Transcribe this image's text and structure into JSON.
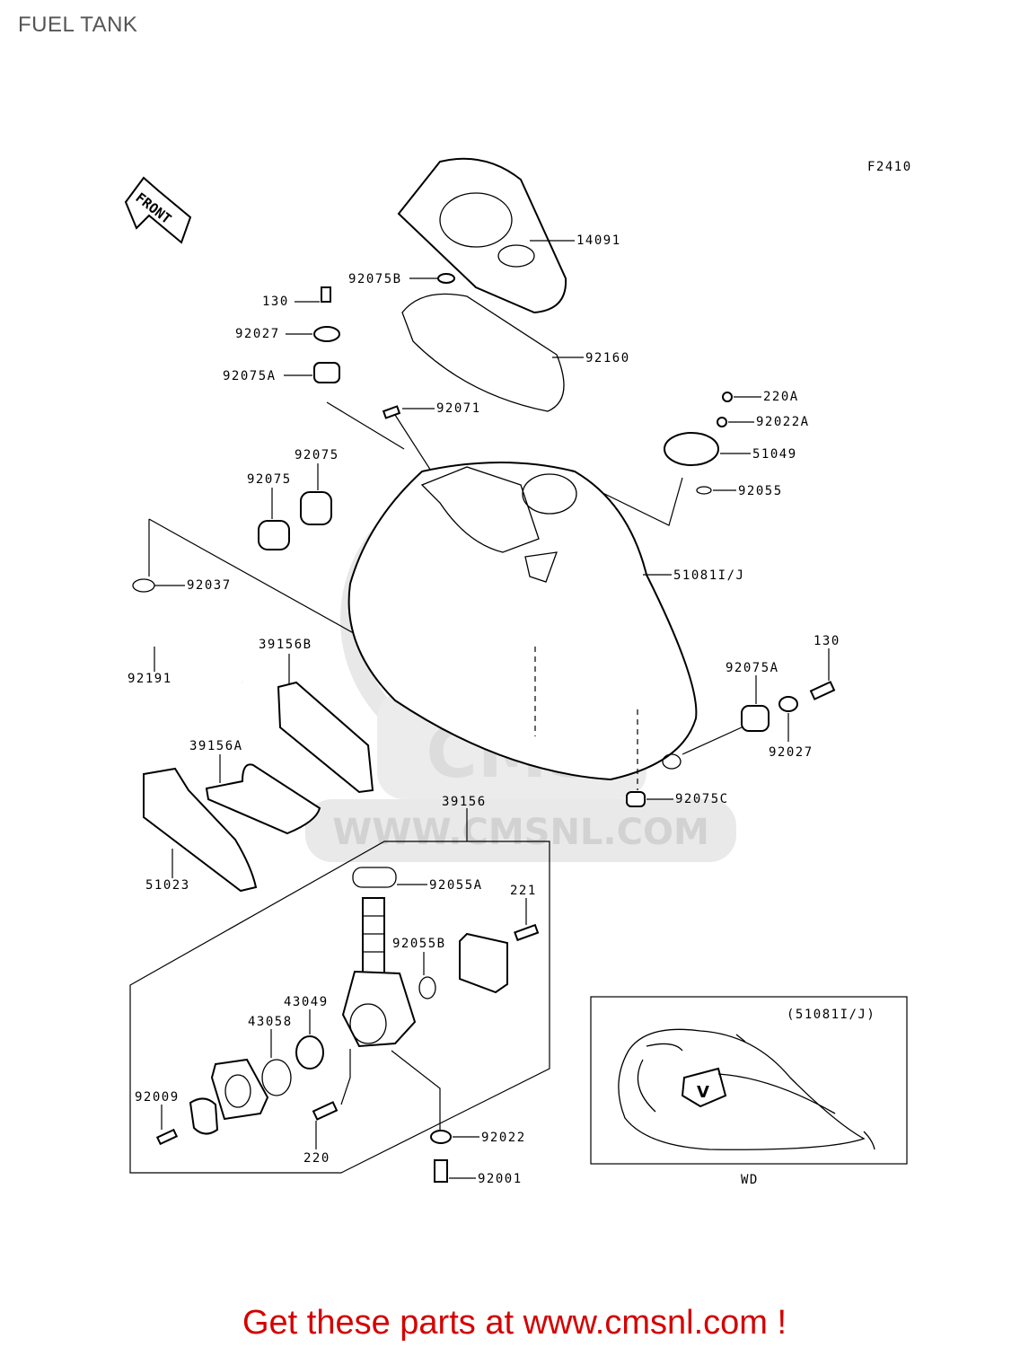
{
  "page": {
    "title": "FUEL TANK"
  },
  "figure_code": "F2410",
  "front_arrow_label": "FRONT",
  "variant_box": {
    "label": "(51081I/J)",
    "caption": "WD"
  },
  "parts": [
    "14091",
    "92075B",
    "130",
    "92027",
    "92075A",
    "92160",
    "92071",
    "220A",
    "92022A",
    "51049",
    "92055",
    "92075",
    "92075",
    "92037",
    "51081I/J",
    "92191",
    "39156B",
    "92075A",
    "130",
    "92027",
    "39156A",
    "92075C",
    "51023",
    "39156",
    "92055A",
    "221",
    "92055B",
    "43049",
    "43058",
    "92009",
    "220",
    "92022",
    "92001"
  ],
  "watermark": {
    "text": "WWW.CMSNL.COM",
    "brand": "CMS"
  },
  "cta": {
    "text": "Get these parts at www.cmsnl.com !"
  },
  "colors": {
    "cta": "#d40000",
    "title": "#555555",
    "watermark": "#e6e6e6"
  }
}
